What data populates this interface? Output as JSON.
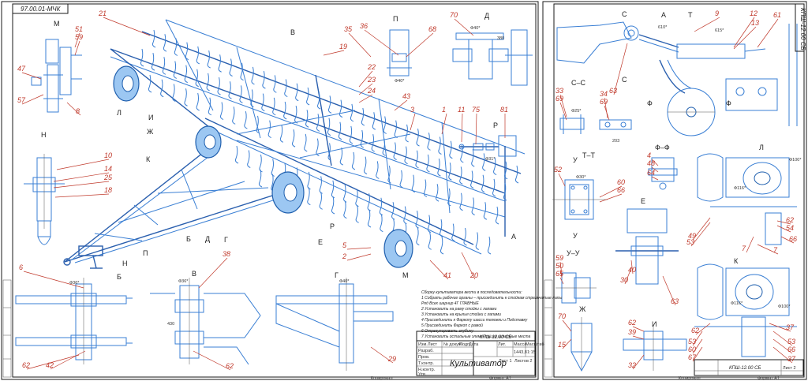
{
  "sheet1": {
    "code": "97.00.01-МЧК",
    "title_block": {
      "code": "КПШ-12.00 СБ",
      "title": "Культиватор",
      "stage_headers": [
        "Лит.",
        "Масса",
        "Масштаб"
      ],
      "mass": "1443,8",
      "scale": "1:15",
      "sheet": "Лист 1",
      "sheets": "Листов 2",
      "rows": [
        "Изм.",
        "Лист",
        "№ докум.",
        "Подп.",
        "Дата",
        "Разраб.",
        "Пров.",
        "Т.контр.",
        "Н.контр.",
        "Утв."
      ],
      "bottom_left": "Копировал",
      "bottom_right": "Формат А1"
    },
    "notes": {
      "heading": "Сборку культиватора вести в последовательности:",
      "lines": [
        "1 Собрать рабочие органы – присоединить к стойкам стрельчатые лапы",
        "Ряд Всех шарнир 4Г ГЛАВНЫЕ",
        "2 Установить на раму стойки с лапами",
        "3 Установить на крылья стойки с лапами",
        "4 Присоединить к Фаркопу шасси тележки и Подставку",
        "5 Присоединить Фаркоп с рамой",
        "6 Отрегулировать глубину",
        "7 Установить остальные элементы на штатные места"
      ]
    },
    "views": {
      "M": "М",
      "N": "Н",
      "P": "П",
      "D": "Д",
      "B_view": "В",
      "G": "Г",
      "Bsec": "Б",
      "R": "Р",
      "L": "Л",
      "I": "И",
      "Zh": "Ж",
      "K": "К",
      "E": "Е",
      "A": "А"
    },
    "parts": [
      "21",
      "51",
      "59",
      "47",
      "57",
      "8",
      "10",
      "14",
      "25",
      "18",
      "35",
      "36",
      "68",
      "70",
      "19",
      "22",
      "23",
      "24",
      "43",
      "3",
      "1",
      "11",
      "75",
      "81",
      "41",
      "20",
      "2",
      "5",
      "6",
      "62",
      "42",
      "38",
      "29"
    ],
    "dims": {
      "p_width": "Ф40*",
      "d_top": "Ф40*",
      "d_side": "380",
      "r_len": "Ф31*",
      "b_w": "Ф36*",
      "b_h": "430",
      "g_w": "Ф40*",
      "bsec": "Ф36*"
    }
  },
  "sheet2": {
    "code": "КПШ-12.00 СБ",
    "title_block": {
      "code": "КПШ-12.00 СБ",
      "sheet": "Лист 2",
      "bottom_left": "Копировал",
      "bottom_right": "Формат А1"
    },
    "views": {
      "A": "А",
      "CC": "С–С",
      "C": "С",
      "T": "Т",
      "F": "Ф",
      "TT": "Т–Т",
      "FF": "Ф–Ф",
      "L": "Л",
      "E": "Е",
      "YY": "У–У",
      "Y": "У",
      "K": "К",
      "Zh": "Ж",
      "I": "И"
    },
    "parts": [
      "9",
      "12",
      "13",
      "61",
      "63",
      "33",
      "69",
      "34",
      "69",
      "4",
      "48",
      "64",
      "58",
      "52",
      "60",
      "66",
      "50",
      "59",
      "65",
      "7",
      "49",
      "53",
      "62",
      "54",
      "66",
      "37",
      "40",
      "30",
      "63",
      "7",
      "53",
      "60",
      "67",
      "70",
      "15",
      "62",
      "39",
      "32",
      "53",
      "66",
      "37"
    ],
    "dims": {
      "a1": "610*",
      "a2": "615*",
      "tt": "Ф30*",
      "cc": "Ф25*",
      "cc2": "203",
      "l1": "Ф116*",
      "l2": "Ф100*",
      "k1": "Ф116*",
      "k2": "Ф100*"
    }
  }
}
